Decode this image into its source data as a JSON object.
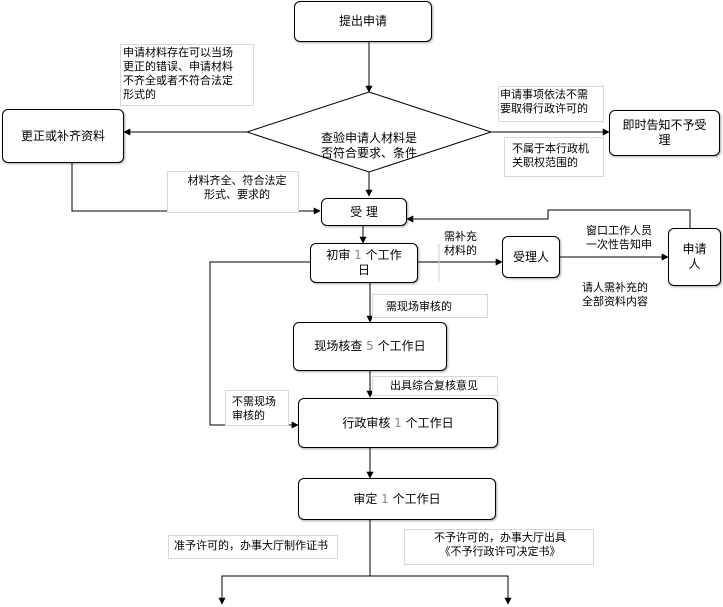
{
  "nodes": {
    "submit": "提出申请",
    "check": "查验申请人材料是\n否符合要求、条件",
    "correct": "更正或补齐资料",
    "notify_reject": "即时告知不予受\n理",
    "accept": "受    理",
    "initial_pre": "初审 ",
    "initial_num": "1",
    "initial_post": " 个工作\n日",
    "handler": "受理人",
    "applicant": "申请\n人",
    "site_pre": "现场核查 ",
    "site_num": "5",
    "site_post": " 个工作日",
    "admin_pre": "行政审核 ",
    "admin_num": "1",
    "admin_post": " 个工作日",
    "final_pre": "审定 ",
    "final_num": "1",
    "final_post": " 个工作日"
  },
  "notes": {
    "correctable": "申请材料存在可以当场\n更正的错误、申请材料\n不齐全或者不符合法定\n形式的",
    "no_permit": "申请事项依法不需\n要取得行政许可的",
    "not_scope": "不属于本行政机\n关职权范围的",
    "complete": "材料齐全、符合法定\n形式、要求的",
    "need_supplement": "需补充\n材料的",
    "window_staff": "窗口工作人员\n一次性告知申",
    "supplement_content": "请人需补充的\n全部资料内容",
    "need_site": "需现场审核的",
    "issue_opinion": "出具综合复核意见",
    "no_site": "不需现场\n审核的",
    "grant": "准予许可的，办事大厅制作证书",
    "deny": "不予许可的，办事大厅出具\n《不予行政许可决定书》"
  }
}
